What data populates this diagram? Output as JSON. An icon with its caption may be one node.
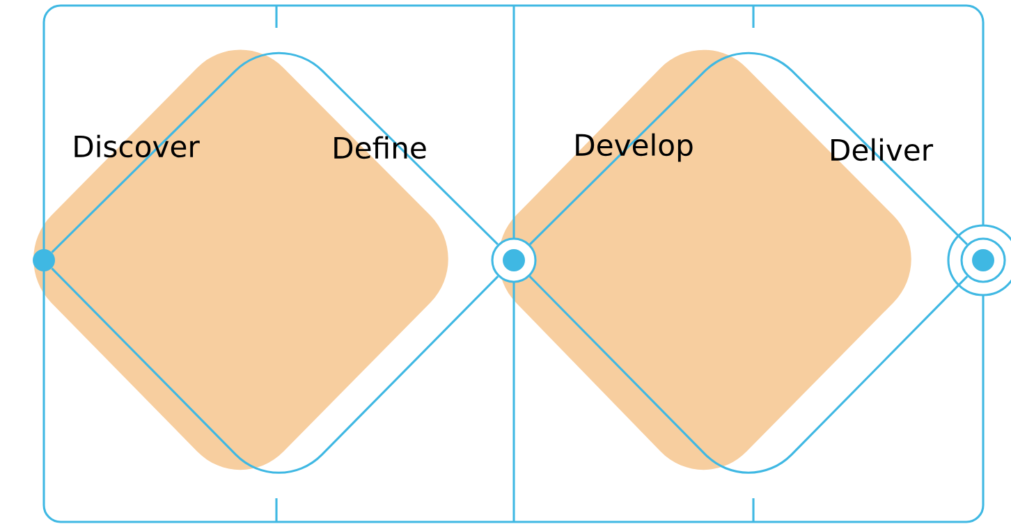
{
  "diagram": {
    "nodes": [
      {
        "text": [],
        "shape": "circle"
      },
      {
        "text": [],
        "shape": "circle"
      },
      {
        "text": [],
        "shape": "circle"
      }
    ],
    "edges": [
      {
        "from": 0,
        "to": 1,
        "arrow": "none"
      },
      {
        "from": 0,
        "to": 1,
        "arrow": "none"
      },
      {
        "from": 1,
        "to": 2,
        "arrow": "none"
      },
      {
        "from": 1,
        "to": 2,
        "arrow": "none"
      }
    ],
    "labels": [
      "Discover",
      "Define",
      "Develop",
      "Deliver"
    ]
  }
}
